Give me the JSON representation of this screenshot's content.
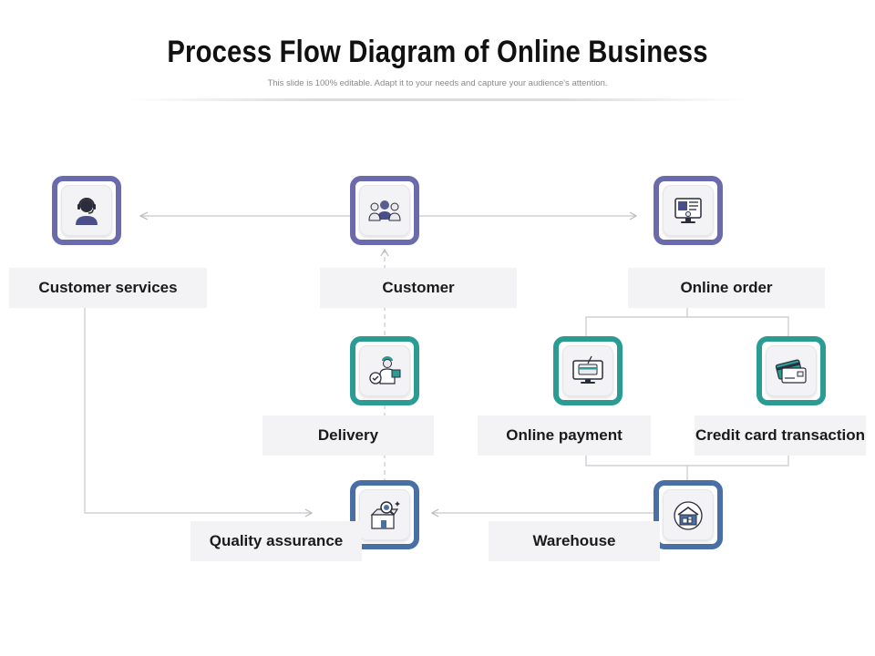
{
  "header": {
    "title": "Process Flow Diagram of Online Business",
    "subtitle": "This slide is 100% editable. Adapt it to your needs and capture your audience's attention."
  },
  "nodes": {
    "customer_services": {
      "label": "Customer services",
      "icon": "headset-agent-icon"
    },
    "customer": {
      "label": "Customer",
      "icon": "customer-group-icon"
    },
    "online_order": {
      "label": "Online order",
      "icon": "online-order-monitor-icon"
    },
    "delivery": {
      "label": "Delivery",
      "icon": "delivery-person-icon"
    },
    "online_payment": {
      "label": "Online payment",
      "icon": "payment-monitor-icon"
    },
    "credit_card": {
      "label": "Credit card transaction",
      "icon": "credit-cards-icon"
    },
    "quality_assurance": {
      "label": "Quality assurance",
      "icon": "inspection-box-icon"
    },
    "warehouse": {
      "label": "Warehouse",
      "icon": "warehouse-icon"
    }
  },
  "colors": {
    "purple_frame": "#6b6aac",
    "teal_frame": "#2a9c93",
    "blue_frame": "#4a6fa5",
    "connector": "#c8c8cc",
    "label_bg": "#f3f3f6"
  }
}
